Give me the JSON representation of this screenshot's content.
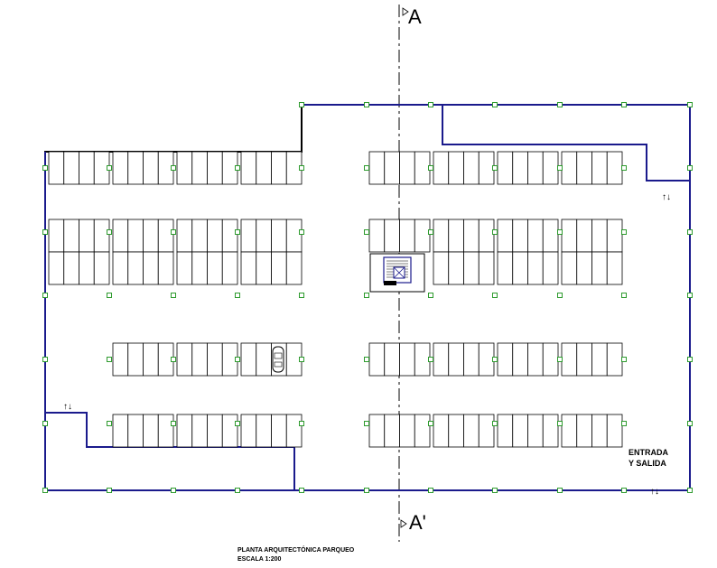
{
  "section_marker_top": "A",
  "section_marker_bottom": "A'",
  "entrance_label_line1": "ENTRADA",
  "entrance_label_line2": "Y SALIDA",
  "flow_arrows": "↑↓",
  "title_line1": "PLANTA ARQUITECTÓNICA PARQUEO",
  "title_line2": "ESCALA 1:200",
  "colors": {
    "wall": "#1a1a8c",
    "column": "#2e9b2e",
    "line": "#000000",
    "stair_accent": "#1a1a8c"
  },
  "icons": [
    "car-icon",
    "stair-icon",
    "elevator-icon",
    "flow-arrows-icon"
  ]
}
